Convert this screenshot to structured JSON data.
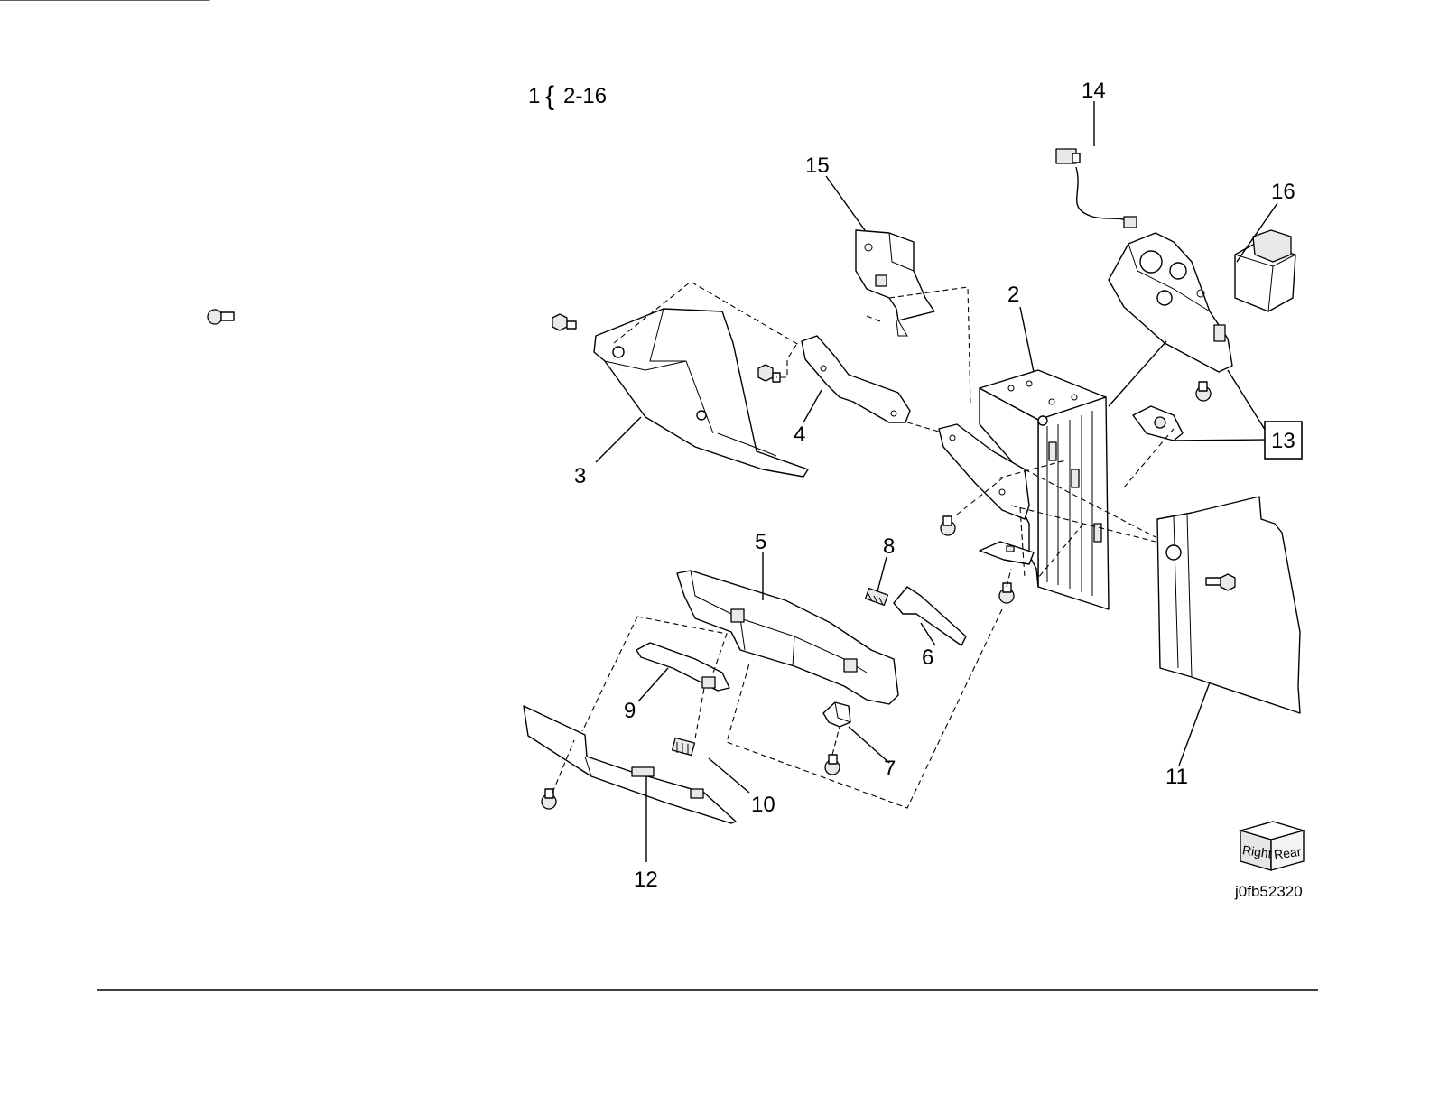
{
  "header": {
    "assembly_number": "1",
    "brace": "{",
    "assembly_range": "2-16"
  },
  "callouts": [
    "2",
    "3",
    "4",
    "5",
    "6",
    "7",
    "8",
    "9",
    "10",
    "11",
    "12",
    "13",
    "14",
    "15",
    "16"
  ],
  "orientation_cube": {
    "face_left": "Right",
    "face_right": "Rear"
  },
  "figure_id": "j0fb52320"
}
